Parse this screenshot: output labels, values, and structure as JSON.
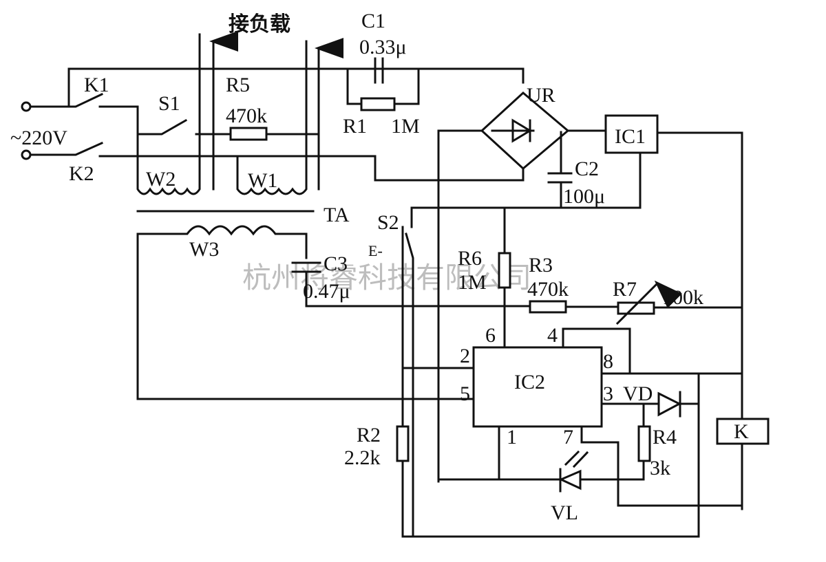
{
  "diagram": {
    "load_label": "接负载",
    "source": "~220V",
    "watermark": "杭州将睿科技有限公司",
    "components": {
      "C1": {
        "name": "C1",
        "value": "0.33μ"
      },
      "R1": {
        "name": "R1",
        "value": "1M"
      },
      "K1": {
        "name": "K1"
      },
      "K2": {
        "name": "K2"
      },
      "S1": {
        "name": "S1"
      },
      "R5": {
        "name": "R5",
        "value": "470k"
      },
      "W1": {
        "name": "W1"
      },
      "W2": {
        "name": "W2"
      },
      "W3": {
        "name": "W3"
      },
      "TA": {
        "name": "TA"
      },
      "UR": {
        "name": "UR"
      },
      "IC1": {
        "name": "IC1"
      },
      "C2": {
        "name": "C2",
        "value": "100μ"
      },
      "S2": {
        "name": "S2",
        "tag": "E-"
      },
      "C3": {
        "name": "C3",
        "value": "0.47μ"
      },
      "R6": {
        "name": "R6",
        "value": "1M"
      },
      "R3": {
        "name": "R3",
        "value": "470k"
      },
      "R7": {
        "name": "R7",
        "value": "100k"
      },
      "IC2": {
        "name": "IC2",
        "pins": [
          "1",
          "2",
          "3",
          "4",
          "5",
          "6",
          "7",
          "8"
        ]
      },
      "VD": {
        "name": "VD"
      },
      "R4": {
        "name": "R4",
        "value": "3k"
      },
      "K": {
        "name": "K"
      },
      "R2": {
        "name": "R2",
        "value": "2.2k"
      },
      "VL": {
        "name": "VL"
      }
    }
  }
}
